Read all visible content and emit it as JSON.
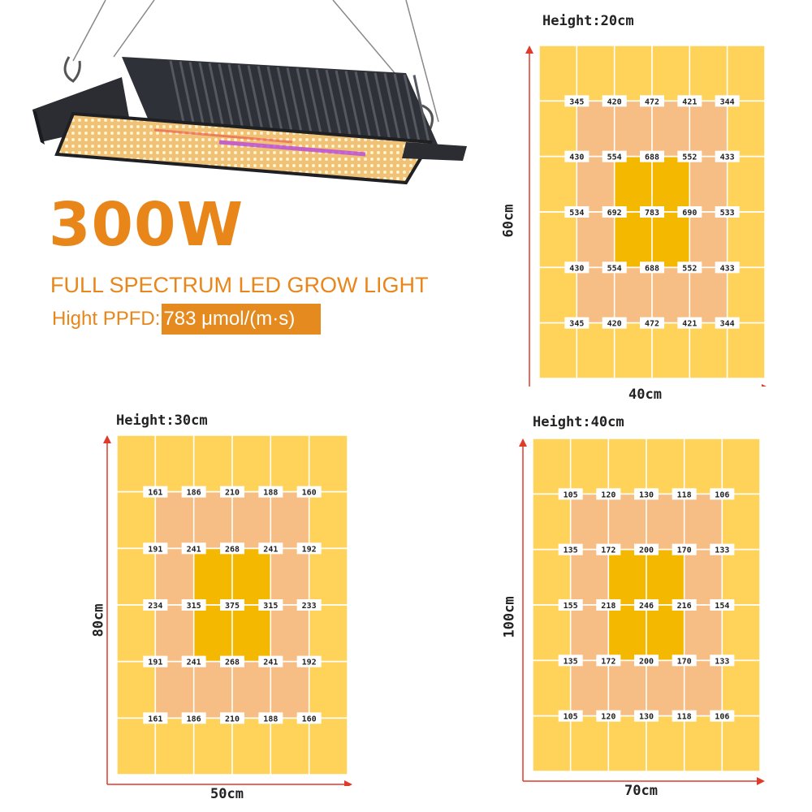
{
  "header": {
    "power": "300W",
    "subtitle": "FULL SPECTRUM LED GROW LIGHT",
    "ppfd_label": "Hight PPFD:",
    "ppfd_value": "783 μmol/(m·s)"
  },
  "colors": {
    "accent": "#E8861A",
    "cell_outer": "#FFD35A",
    "cell_mid": "#F6BE84",
    "cell_center": "#F5B800",
    "arrow": "#E03A2B"
  },
  "maps": [
    {
      "height_label": "Height:20cm",
      "width_label": "40cm",
      "depth_label": "60cm",
      "values": [
        [
          "345",
          "420",
          "472",
          "421",
          "344"
        ],
        [
          "430",
          "554",
          "688",
          "552",
          "433"
        ],
        [
          "534",
          "692",
          "783",
          "690",
          "533"
        ],
        [
          "430",
          "554",
          "688",
          "552",
          "433"
        ],
        [
          "345",
          "420",
          "472",
          "421",
          "344"
        ]
      ]
    },
    {
      "height_label": "Height:30cm",
      "width_label": "50cm",
      "depth_label": "80cm",
      "values": [
        [
          "161",
          "186",
          "210",
          "188",
          "160"
        ],
        [
          "191",
          "241",
          "268",
          "241",
          "192"
        ],
        [
          "234",
          "315",
          "375",
          "315",
          "233"
        ],
        [
          "191",
          "241",
          "268",
          "241",
          "192"
        ],
        [
          "161",
          "186",
          "210",
          "188",
          "160"
        ]
      ]
    },
    {
      "height_label": "Height:40cm",
      "width_label": "70cm",
      "depth_label": "100cm",
      "values": [
        [
          "105",
          "120",
          "130",
          "118",
          "106"
        ],
        [
          "135",
          "172",
          "200",
          "170",
          "133"
        ],
        [
          "155",
          "218",
          "246",
          "216",
          "154"
        ],
        [
          "135",
          "172",
          "200",
          "170",
          "133"
        ],
        [
          "105",
          "120",
          "130",
          "118",
          "106"
        ]
      ]
    }
  ]
}
